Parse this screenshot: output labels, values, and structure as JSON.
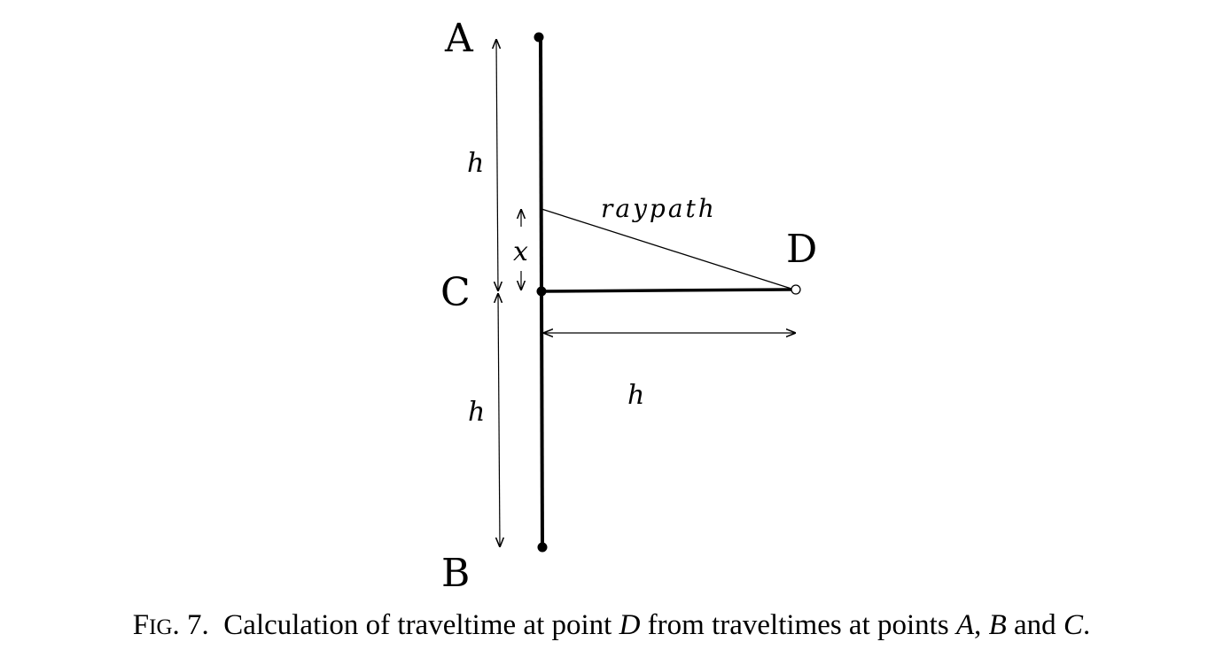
{
  "points": {
    "a": "A",
    "b": "B",
    "c": "C",
    "d": "D"
  },
  "labels": {
    "h_top": "h",
    "h_bottom": "h",
    "h_horizontal": "h",
    "x": "x",
    "raypath": "raypath"
  },
  "caption": {
    "fig_first": "F",
    "fig_rest": "IG",
    "fig_number": ". 7.",
    "text_1": "Calculation of traveltime at point ",
    "point_d": "D",
    "text_2": " from traveltimes at points ",
    "point_a": "A",
    "comma_1": ", ",
    "point_b": "B",
    "text_3": " and ",
    "point_c": "C",
    "end": "."
  }
}
